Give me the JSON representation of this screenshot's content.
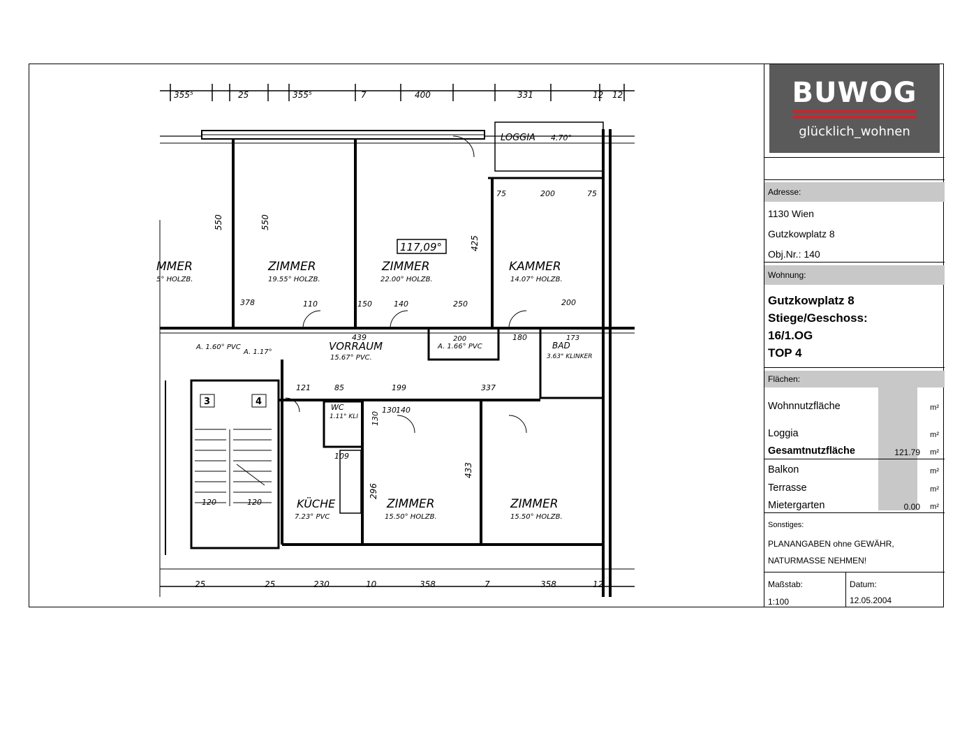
{
  "plan": {
    "rooms": [
      {
        "name": "MMER",
        "area": "5° HOLZB."
      },
      {
        "name": "ZIMMER",
        "area": "19.55° HOLZB."
      },
      {
        "name": "ZIMMER",
        "area": "22.00° HOLZB."
      },
      {
        "name": "KAMMER",
        "area": "14.07° HOLZB."
      },
      {
        "name": "VORRAUM",
        "area": "15.67° PVC."
      },
      {
        "name": "KÜCHE",
        "area": "7.23° PVC"
      },
      {
        "name": "ZIMMER",
        "area": "15.50° HOLZB."
      },
      {
        "name": "ZIMMER",
        "area": "15.50° HOLZB."
      },
      {
        "name": "LOGGIA",
        "area": "4.70°"
      },
      {
        "name": "BAD",
        "area": "3.63° KLINKER"
      },
      {
        "name": "WC",
        "area": "1.11° KLI"
      }
    ],
    "total_box": "117,09°",
    "abstell": {
      "a1": "A. 1.60° PVC",
      "a2": "A. 1.17°",
      "a3": "A. 1.66° PVC"
    },
    "stair_numbers": [
      "3",
      "4"
    ],
    "dimensions": {
      "top": [
        "355⁵",
        "25",
        "355⁵",
        "7",
        "400",
        "331",
        "12",
        "12"
      ],
      "bottom": [
        "25",
        "25",
        "230",
        "10",
        "358",
        "7",
        "358",
        "12"
      ],
      "heights": [
        "550",
        "550",
        "425",
        "433",
        "296",
        "130"
      ],
      "misc": [
        "378",
        "110",
        "150",
        "140",
        "250",
        "200",
        "439",
        "121",
        "85",
        "199",
        "337",
        "130",
        "140",
        "109",
        "120",
        "120",
        "75",
        "200",
        "75",
        "173",
        "180",
        "200"
      ]
    }
  },
  "logo": {
    "brand": "BUWOG",
    "slogan": "glücklich_wohnen",
    "color_bg": "#5a5a5a",
    "color_accent": "#d0212b"
  },
  "address": {
    "label": "Adresse:",
    "line1": "1130 Wien",
    "line2": "Gutzkowplatz 8",
    "line3": "Obj.Nr.: 140"
  },
  "apartment": {
    "label": "Wohnung:",
    "line1": "Gutzkowplatz 8",
    "line2": "Stiege/Geschoss:",
    "line3": "16/1.OG",
    "line4": "TOP 4"
  },
  "areas": {
    "label": "Flächen:",
    "unit": "m²",
    "rows": [
      {
        "label": "Wohnnutzfläche",
        "value": ""
      },
      {
        "label": "Loggia",
        "value": ""
      },
      {
        "label": "Gesamtnutzfläche",
        "value": "121.79"
      },
      {
        "label": "Balkon",
        "value": ""
      },
      {
        "label": "Terrasse",
        "value": ""
      },
      {
        "label": "Mietergarten",
        "value": "0.00"
      }
    ]
  },
  "misc": {
    "label": "Sonstiges:",
    "line1": "PLANANGABEN ohne GEWÄHR,",
    "line2": "NATURMASSE NEHMEN!"
  },
  "scale": {
    "label": "Maßstab:",
    "value": "1:100"
  },
  "date": {
    "label": "Datum:",
    "value": "12.05.2004"
  }
}
